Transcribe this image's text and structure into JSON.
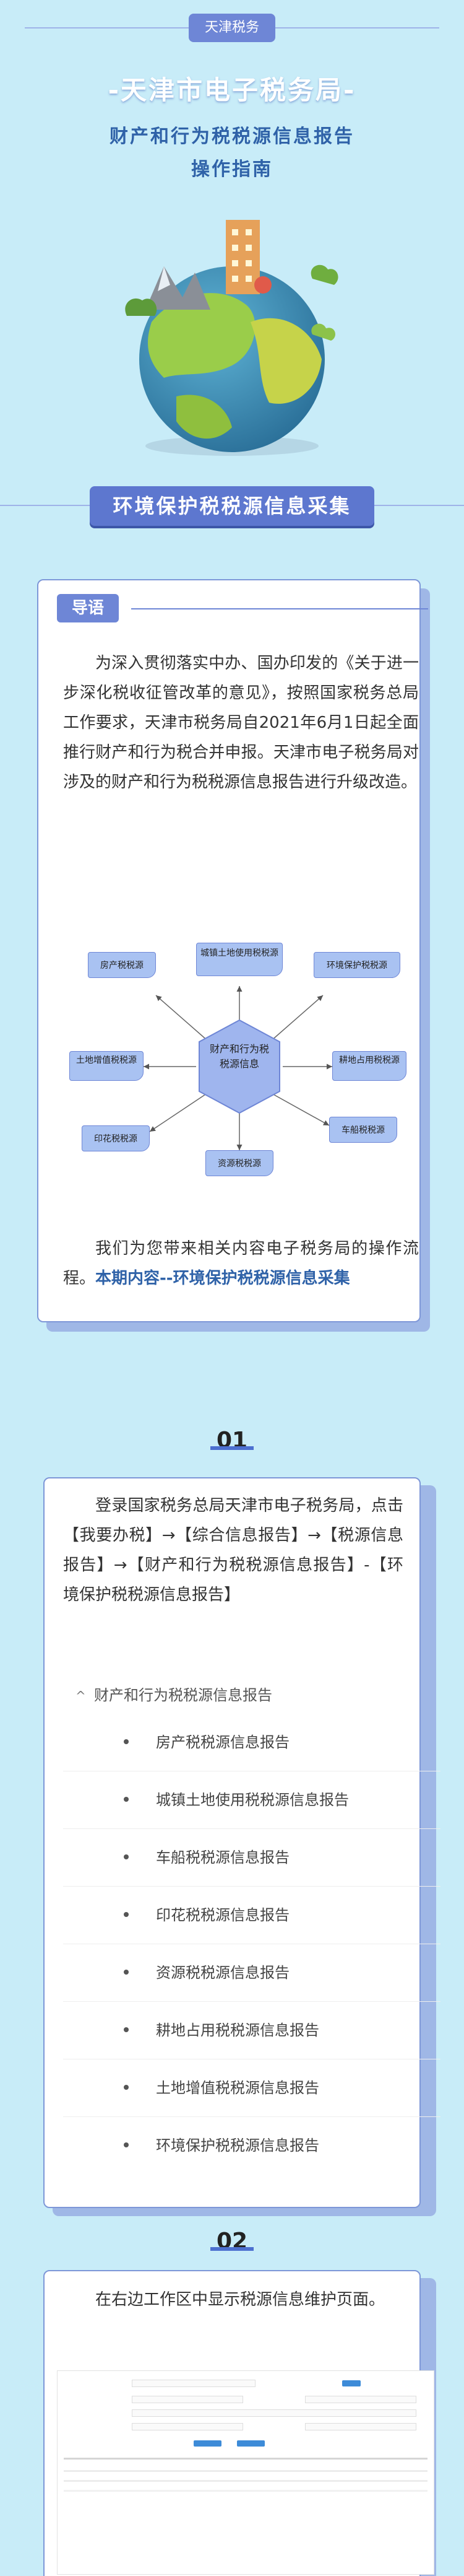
{
  "header": {
    "tag": "天津税务",
    "main_title": "-天津市电子税务局-",
    "sub_title_1": "财产和行为税税源信息报告",
    "sub_title_2": "操作指南"
  },
  "banner": "环境保护税税源信息采集",
  "intro": {
    "heading": "导语",
    "paragraph": "为深入贯彻落实中办、国办印发的《关于进一步深化税收征管改革的意见》，按照国家税务总局工作要求，天津市税务局自2021年6月1日起全面推行财产和行为税合并申报。天津市电子税务局对涉及的财产和行为税税源信息报告进行升级改造。",
    "diagram": {
      "center": "财产和行为税税源信息",
      "nodes": [
        "房产税税源",
        "城镇土地使用税税源",
        "环境保护税税源",
        "土地增值税税源",
        "耕地占用税税源",
        "车船税税源",
        "印花税税源",
        "资源税税源"
      ]
    },
    "closing_text": "我们为您带来相关内容电子税务局的操作流程。",
    "closing_highlight": "本期内容--环境保护税税源信息采集"
  },
  "step1": {
    "number": "01",
    "text": "登录国家税务总局天津市电子税务局，点击【我要办税】→【综合信息报告】→【税源信息报告】→【财产和行为税税源信息报告】-【环境保护税税源信息报告】",
    "menu_caret": "^",
    "menu_title": "财产和行为税税源信息报告",
    "menu_items": [
      "房产税税源信息报告",
      "城镇土地使用税税源信息报告",
      "车船税税源信息报告",
      "印花税税源信息报告",
      "资源税税源信息报告",
      "耕地占用税税源信息报告",
      "土地增值税税源信息报告",
      "环境保护税税源信息报告"
    ]
  },
  "step2": {
    "number": "02",
    "text": "在右边工作区中显示税源信息维护页面。"
  }
}
